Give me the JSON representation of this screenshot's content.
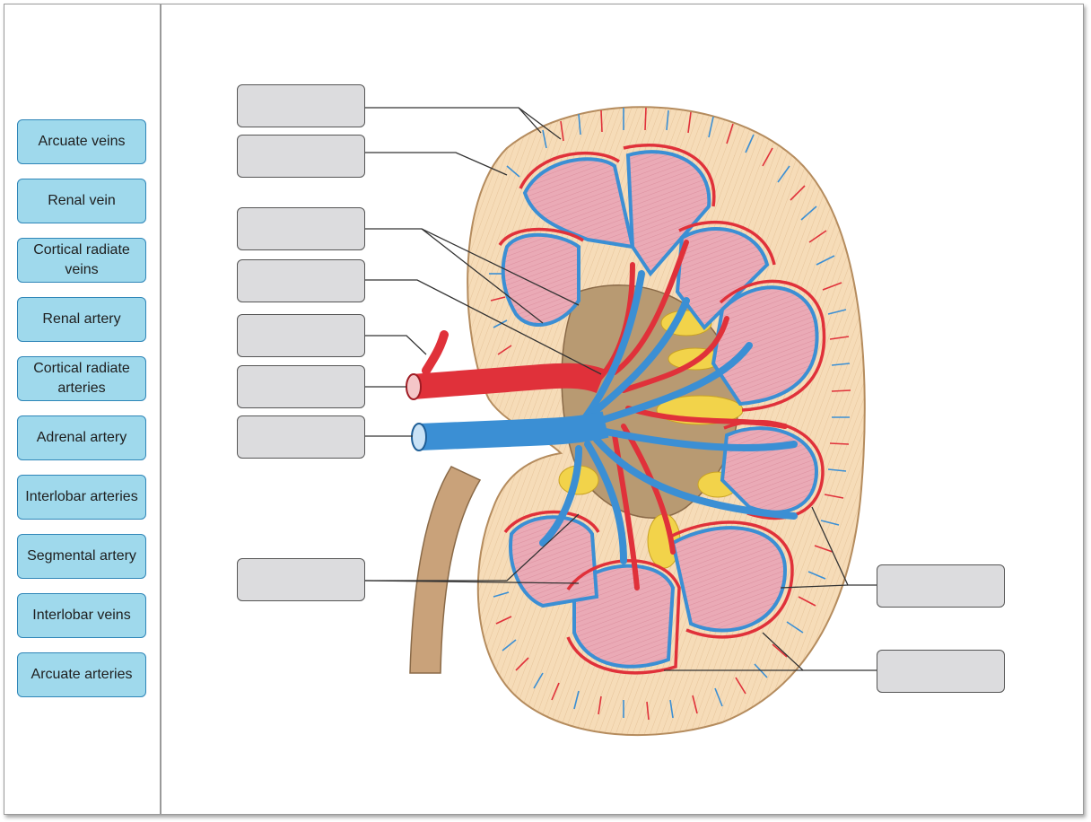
{
  "word_bank": [
    {
      "label": "Arcuate veins"
    },
    {
      "label": "Renal vein"
    },
    {
      "label": "Cortical radiate veins"
    },
    {
      "label": "Renal artery"
    },
    {
      "label": "Cortical radiate arteries"
    },
    {
      "label": "Adrenal artery"
    },
    {
      "label": "Interlobar arteries"
    },
    {
      "label": "Segmental artery"
    },
    {
      "label": "Interlobar veins"
    },
    {
      "label": "Arcuate arteries"
    }
  ],
  "drop_targets": [
    {
      "value": ""
    },
    {
      "value": ""
    },
    {
      "value": ""
    },
    {
      "value": ""
    },
    {
      "value": ""
    },
    {
      "value": ""
    },
    {
      "value": ""
    },
    {
      "value": ""
    },
    {
      "value": ""
    },
    {
      "value": ""
    }
  ],
  "colors": {
    "chip_fill": "#9fd9ec",
    "chip_border": "#2f86b8",
    "target_fill": "#dcdcde",
    "artery": "#e0313a",
    "vein": "#3b8fd4",
    "cortex": "#f6dcb8",
    "pyramid": "#e8a8b4",
    "fat": "#f2d34a",
    "ureter": "#c9a27a"
  }
}
